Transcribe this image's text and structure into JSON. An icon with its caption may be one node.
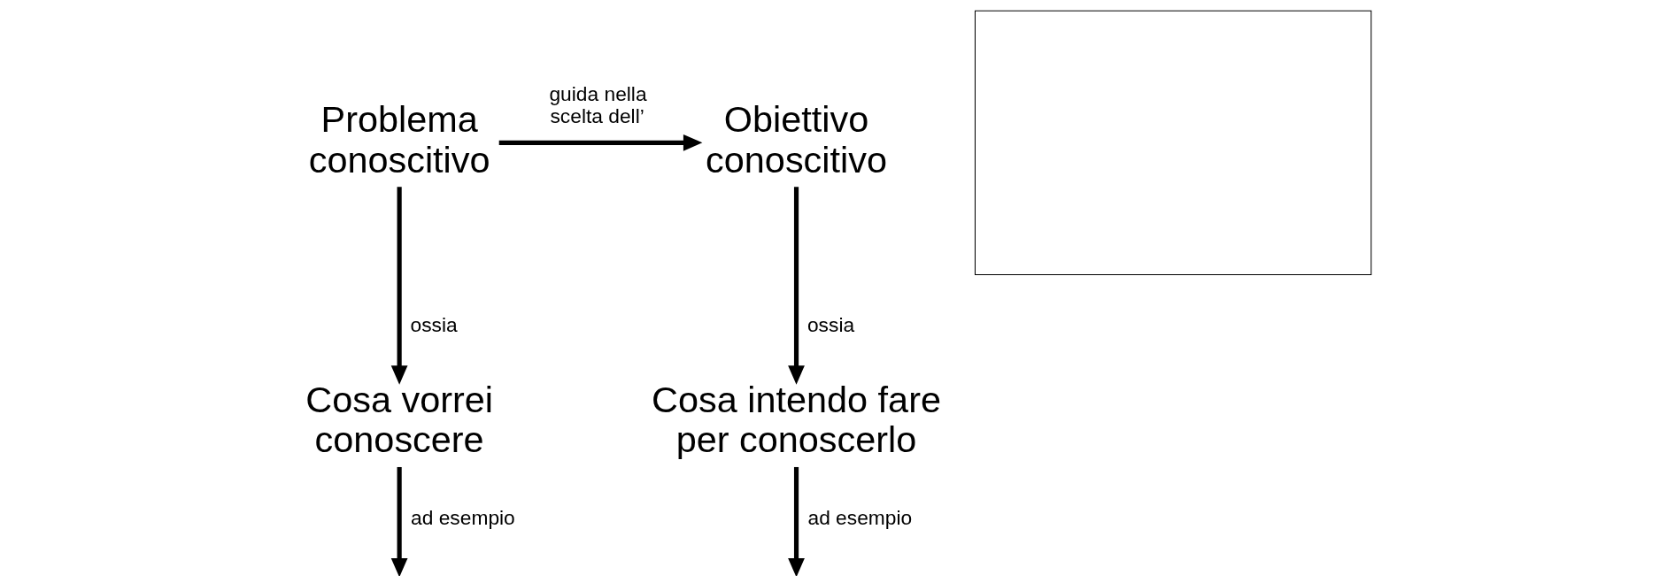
{
  "diagram": {
    "nodes": [
      {
        "text": [
          "Problema conoscitivo"
        ]
      },
      {
        "text": [
          "Obiettivo conoscitivo"
        ]
      },
      {
        "text": [
          "Cosa vorrei conoscere"
        ]
      },
      {
        "text": [
          "Cosa intendo fare per conoscerlo"
        ]
      },
      {
        "text": [],
        "shape": "box"
      }
    ],
    "edges": [
      {
        "from": 0,
        "to": 1,
        "arrow": "to",
        "label": "guida nella scelta dell’"
      },
      {
        "from": 0,
        "to": 2,
        "arrow": "to",
        "label": "ossia"
      },
      {
        "from": 1,
        "to": 3,
        "arrow": "to",
        "label": "ossia"
      },
      {
        "from": 2,
        "to": null,
        "arrow": "to",
        "label": "ad esempio"
      },
      {
        "from": 3,
        "to": null,
        "arrow": "to",
        "label": "ad esempio"
      }
    ]
  }
}
